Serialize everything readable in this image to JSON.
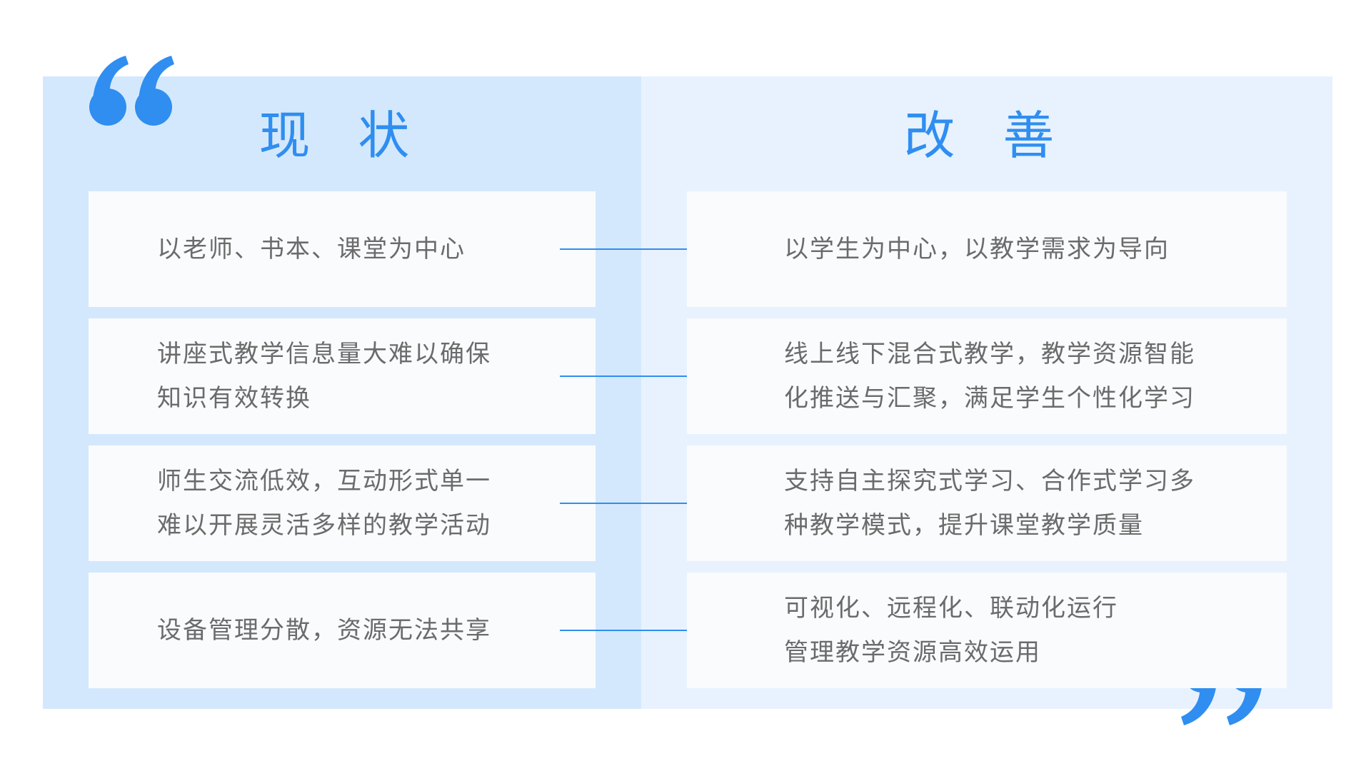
{
  "colors": {
    "accent": "#2f8ef0",
    "left_panel": "#d4e8fd",
    "right_panel": "#e7f2fe",
    "box": "#fafbfd",
    "text": "#6b6b6b"
  },
  "left": {
    "title": "现 状",
    "items": [
      {
        "text": "以老师、书本、课堂为中心"
      },
      {
        "text": "讲座式教学信息量大难以确保\n知识有效转换"
      },
      {
        "text": "师生交流低效，互动形式单一\n难以开展灵活多样的教学活动"
      },
      {
        "text": "设备管理分散，资源无法共享"
      }
    ]
  },
  "right": {
    "title": "改 善",
    "items": [
      {
        "text": "以学生为中心，以教学需求为导向"
      },
      {
        "text": "线上线下混合式教学，教学资源智能\n化推送与汇聚，满足学生个性化学习"
      },
      {
        "text": "支持自主探究式学习、合作式学习多\n种教学模式，提升课堂教学质量"
      },
      {
        "text": "可视化、远程化、联动化运行\n管理教学资源高效运用"
      }
    ]
  },
  "icons": {
    "open_quote": "open-quote-icon",
    "close_quote": "close-quote-icon",
    "arrow": "arrow-right-icon"
  }
}
